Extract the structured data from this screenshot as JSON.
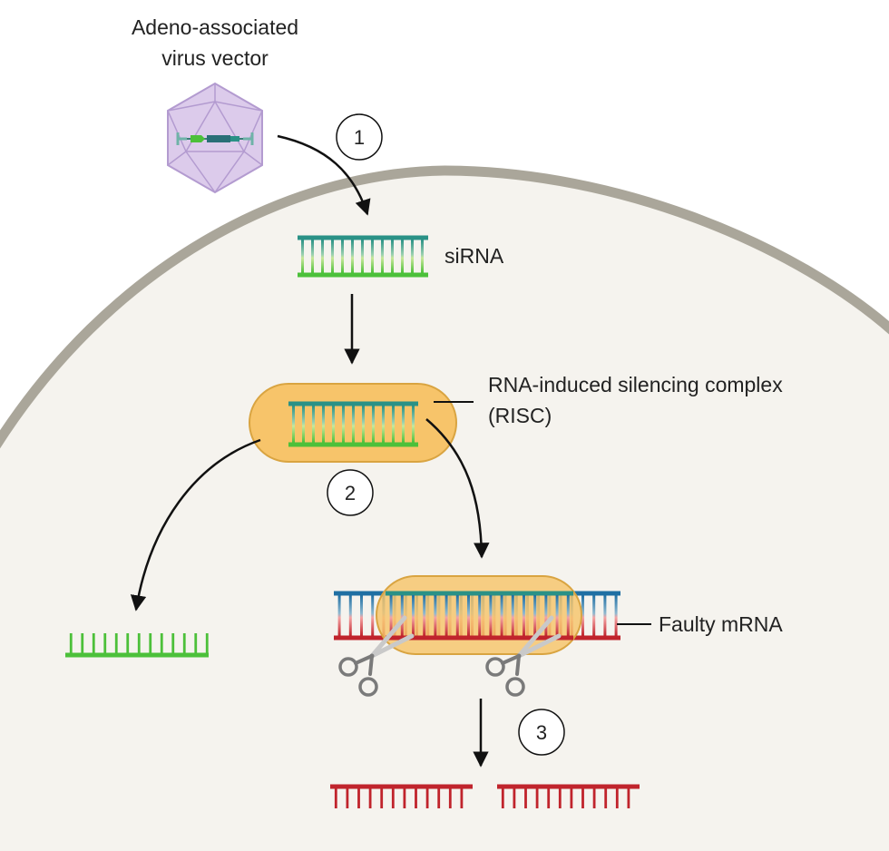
{
  "labels": {
    "vector_line1": "Adeno-associated",
    "vector_line2": "virus vector",
    "sirna": "siRNA",
    "risc_line1": "RNA-induced silencing complex",
    "risc_line2": "(RISC)",
    "faulty_mrna": "Faulty mRNA"
  },
  "steps": [
    "1",
    "2",
    "3"
  ],
  "colors": {
    "cell_membrane": "#aaa69a",
    "cytoplasm": "#f5f3ee",
    "risc_fill": "#f7c46a",
    "risc_stroke": "#d9a441",
    "sirna_teal": "#2a9186",
    "sirna_green": "#4cc03a",
    "sirna_light": "#c8e79a",
    "mrna_blue": "#1f6fa3",
    "mrna_red": "#c0242c",
    "mrna_pink": "#f08a8a",
    "capsid": "#dccbeb",
    "capsid_stroke": "#b39bd0",
    "arrow": "#111111"
  },
  "icons": [
    "aav-capsid-icon",
    "scissors-icon"
  ]
}
